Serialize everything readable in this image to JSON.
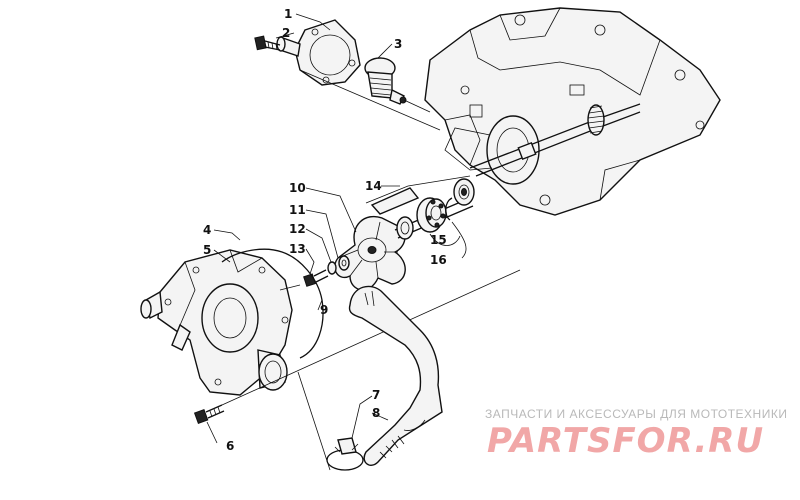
{
  "callouts": [
    "1",
    "2",
    "3",
    "4",
    "5",
    "6",
    "7",
    "8",
    "9",
    "10",
    "11",
    "12",
    "13",
    "14",
    "15",
    "16"
  ],
  "watermark": {
    "tagline": "ЗАПЧАСТИ И АКСЕССУАРЫ ДЛЯ МОТОТЕХНИКИ",
    "brand": "PARTSFOR.RU"
  },
  "colors": {
    "linework": "#111111",
    "watermark_text": "#b9b9b9",
    "watermark_logo": "#f1a7a7",
    "background": "#ffffff"
  }
}
